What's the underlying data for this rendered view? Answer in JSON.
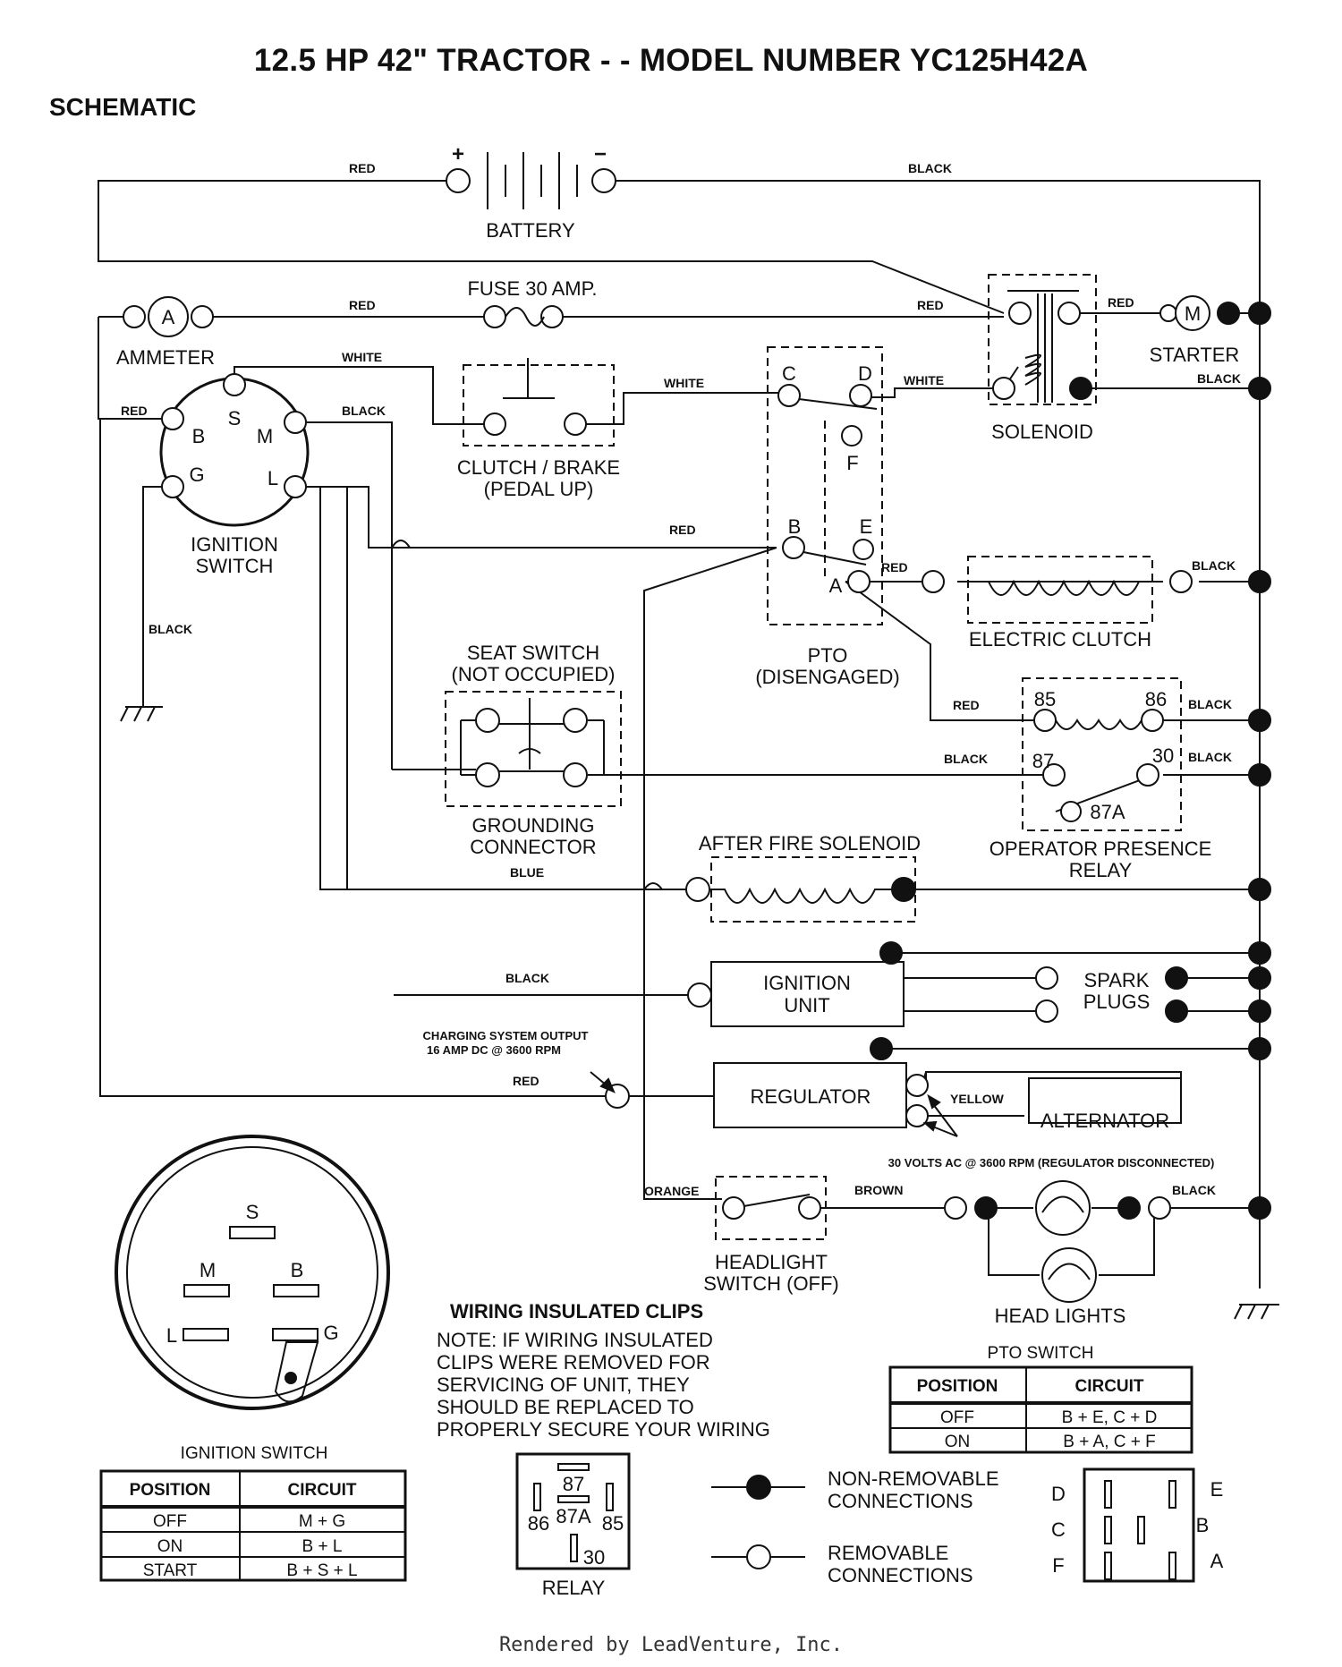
{
  "title": "12.5 HP 42\" TRACTOR - - MODEL NUMBER YC125H42A",
  "section": "SCHEMATIC",
  "footer": "Rendered by LeadVenture, Inc.",
  "wire_colors": {
    "red": "RED",
    "black": "BLACK",
    "white": "WHITE",
    "blue": "BLUE",
    "yellow": "YELLOW",
    "orange": "ORANGE",
    "brown": "BROWN"
  },
  "components": {
    "battery": "BATTERY",
    "fuse": "FUSE 30 AMP.",
    "ammeter": "AMMETER",
    "ammeter_symbol": "A",
    "starter": "STARTER",
    "starter_symbol": "M",
    "solenoid": "SOLENOID",
    "ignition_switch_l1": "IGNITION",
    "ignition_switch_l2": "SWITCH",
    "clutch_brake_l1": "CLUTCH / BRAKE",
    "clutch_brake_l2": "(PEDAL UP)",
    "pto_l1": "PTO",
    "pto_l2": "(DISENGAGED)",
    "electric_clutch": "ELECTRIC CLUTCH",
    "seat_switch_l1": "SEAT SWITCH",
    "seat_switch_l2": "(NOT OCCUPIED)",
    "grounding_l1": "GROUNDING",
    "grounding_l2": "CONNECTOR",
    "after_fire": "AFTER FIRE SOLENOID",
    "relay_l1": "OPERATOR PRESENCE",
    "relay_l2": "RELAY",
    "ignition_unit_l1": "IGNITION",
    "ignition_unit_l2": "UNIT",
    "spark_l1": "SPARK",
    "spark_l2": "PLUGS",
    "regulator": "REGULATOR",
    "alternator": "ALTERNATOR",
    "headlight_switch_l1": "HEADLIGHT",
    "headlight_switch_l2": "SWITCH (OFF)",
    "head_lights": "HEAD LIGHTS"
  },
  "terminals": {
    "S": "S",
    "B": "B",
    "M": "M",
    "G": "G",
    "L": "L",
    "C": "C",
    "D": "D",
    "F": "F",
    "E": "E",
    "A": "A",
    "r85": "85",
    "r86": "86",
    "r87": "87",
    "r30": "30",
    "r87A": "87A"
  },
  "notes": {
    "charging_l1": "CHARGING SYSTEM OUTPUT",
    "charging_l2": "16 AMP DC @ 3600 RPM",
    "alt_output": "30 VOLTS AC @ 3600 RPM (REGULATOR DISCONNECTED)"
  },
  "clips": {
    "heading": "WIRING INSULATED CLIPS",
    "lines": [
      "NOTE: IF WIRING INSULATED",
      "CLIPS WERE REMOVED FOR",
      "SERVICING OF UNIT, THEY",
      "SHOULD BE REPLACED TO",
      "PROPERLY SECURE YOUR WIRING"
    ]
  },
  "ignition_table": {
    "caption": "IGNITION SWITCH",
    "headers": [
      "POSITION",
      "CIRCUIT"
    ],
    "rows": [
      [
        "OFF",
        "M + G"
      ],
      [
        "ON",
        "B + L"
      ],
      [
        "START",
        "B + S + L"
      ]
    ]
  },
  "pto_table": {
    "caption": "PTO SWITCH",
    "headers": [
      "POSITION",
      "CIRCUIT"
    ],
    "rows": [
      [
        "OFF",
        "B + E, C + D"
      ],
      [
        "ON",
        "B + A, C + F"
      ]
    ]
  },
  "relay_diagram_label": "RELAY",
  "legend": {
    "non_removable_l1": "NON-REMOVABLE",
    "non_removable_l2": "CONNECTIONS",
    "removable_l1": "REMOVABLE",
    "removable_l2": "CONNECTIONS"
  }
}
